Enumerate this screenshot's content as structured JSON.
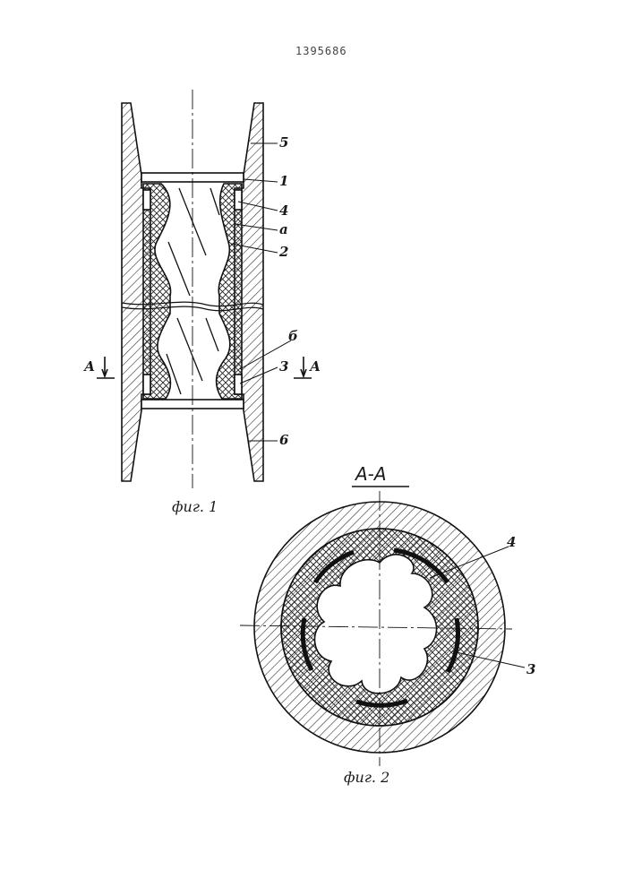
{
  "page_number": "1395686",
  "fig1": {
    "caption": "фиг. 1",
    "labels": [
      "5",
      "1",
      "4",
      "а",
      "2",
      "б",
      "3",
      "6"
    ],
    "section_mark": "А"
  },
  "fig2": {
    "title": "А-А",
    "caption": "фиг. 2",
    "labels": [
      "4",
      "3"
    ]
  }
}
